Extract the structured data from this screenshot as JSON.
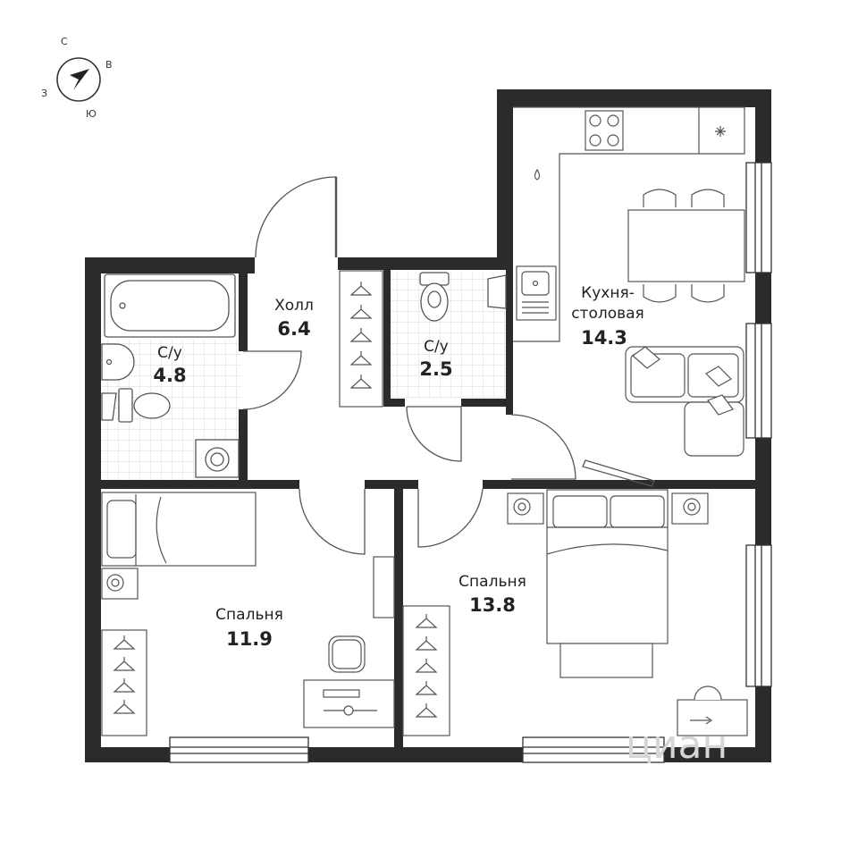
{
  "compass": {
    "north": "С",
    "east": "В",
    "south": "Ю",
    "west": "З"
  },
  "rooms": [
    {
      "id": "bathroom",
      "name": "С/у",
      "area": "4.8"
    },
    {
      "id": "hall",
      "name": "Холл",
      "area": "6.4"
    },
    {
      "id": "wc",
      "name": "С/у",
      "area": "2.5"
    },
    {
      "id": "kitchen",
      "name_line1": "Кухня-",
      "name_line2": "столовая",
      "area": "14.3"
    },
    {
      "id": "bedroom-left",
      "name": "Спальня",
      "area": "11.9"
    },
    {
      "id": "bedroom-right",
      "name": "Спальня",
      "area": "13.8"
    }
  ],
  "watermark": "циан",
  "colors": {
    "wall": "#2b2b2b",
    "line": "#555555",
    "tile": "#d9d9d9",
    "background": "#ffffff"
  }
}
